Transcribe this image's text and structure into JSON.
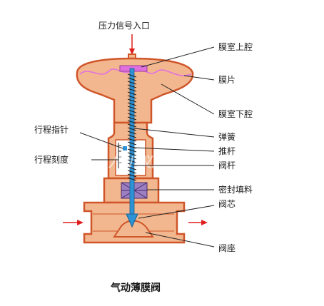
{
  "labels": {
    "signal_inlet": "压力信号入口",
    "upper_chamber": "膜室上腔",
    "diaphragm": "膜片",
    "lower_chamber": "膜室下腔",
    "stroke_pointer": "行程指针",
    "stroke_scale": "行程刻度",
    "spring": "弹簧",
    "push_rod": "推杆",
    "valve_stem": "阀杆",
    "packing": "密封填料",
    "valve_core": "阀芯",
    "valve_seat": "阀座"
  },
  "caption": "气动薄膜阀",
  "watermark": "八川仪启威",
  "colors": {
    "body_fill": "#f2b78e",
    "outline": "#d0562a",
    "stem": "#2e93d6",
    "diaphragm": "#e070e0",
    "packing": "#9b7fc0",
    "flow_arrow": "#e01e1e"
  }
}
